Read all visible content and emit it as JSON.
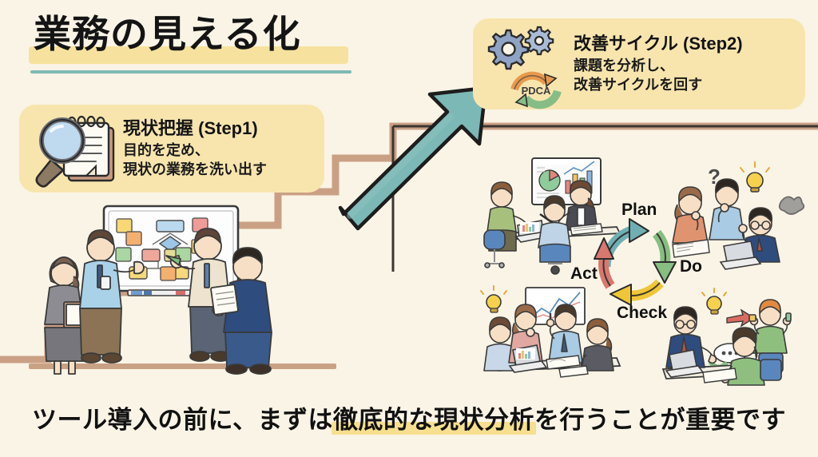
{
  "page": {
    "background_color": "#FAF4E6",
    "title": "業務の見える化",
    "title_highlight_color": "#F6E09A",
    "title_rule_color": "#7FB8B4"
  },
  "callouts": [
    {
      "id": "step1",
      "icon": "magnifier-notepad-icon",
      "heading": "現状把握 (Step1)",
      "lines": [
        "目的を定め、",
        "現状の業務を洗い出す"
      ],
      "background_color": "#F8E5AE"
    },
    {
      "id": "step2",
      "icon": "gears-pdca-icon",
      "icon_label": "PDCA",
      "heading": "改善サイクル (Step2)",
      "lines": [
        "課題を分析し、",
        "改善サイクルを回す"
      ],
      "background_color": "#F8E5AE"
    }
  ],
  "growth_arrow": {
    "name": "upward-growth-arrow",
    "color": "#7CB8B6",
    "stroke": "#1d1d1d"
  },
  "staircase": {
    "name": "staircase",
    "color": "#C79B80",
    "steps": 6,
    "floor_color": "#C9A184"
  },
  "pdca_cycle": {
    "name": "pdca-cycle-diagram",
    "labels": [
      {
        "text": "Plan",
        "color": "#111111",
        "arrow_color": "#6FAFB4"
      },
      {
        "text": "Do",
        "color": "#111111",
        "arrow_color": "#87BE82"
      },
      {
        "text": "Check",
        "color": "#111111",
        "arrow_color": "#EFC637"
      },
      {
        "text": "Act",
        "color": "#111111",
        "arrow_color": "#D9786E"
      }
    ]
  },
  "illustrations": [
    {
      "name": "whiteboard-meeting-illustration",
      "description": "現状把握: ホワイトボードの業務フローを囲む4人"
    },
    {
      "name": "data-review-meeting-illustration",
      "description": "グラフを見ながらの打合せ"
    },
    {
      "name": "thinking-team-illustration",
      "description": "課題を考えるチーム"
    },
    {
      "name": "discussion-lightbulb-illustration",
      "description": "気づきのある議論"
    },
    {
      "name": "improvement-sharing-illustration",
      "description": "改善案の共有"
    }
  ],
  "caption": {
    "before": "ツール導入の前に、まずは",
    "highlight": "徹底的な現状分析",
    "after": "を行うことが重要です",
    "highlight_color": "#F6DF8E"
  }
}
